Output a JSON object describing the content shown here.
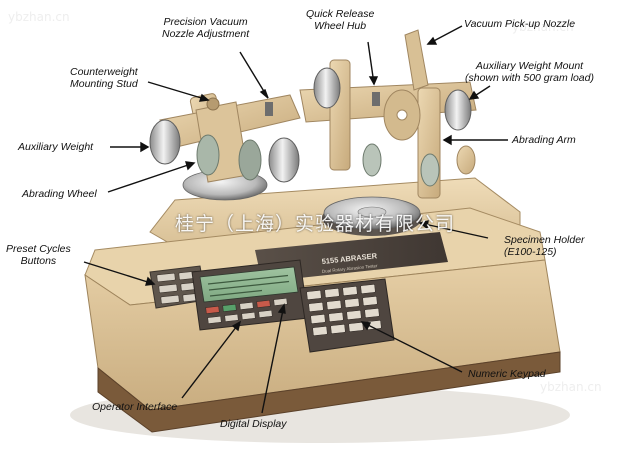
{
  "labels": {
    "precision_vacuum": "Precision Vacuum\nNozzle Adjustment",
    "quick_release": "Quick Release\nWheel Hub",
    "vacuum_pickup": "Vacuum Pick-up Nozzle",
    "counterweight": "Counterweight\nMounting Stud",
    "aux_weight_mount": "Auxiliary Weight Mount\n(shown with 500 gram load)",
    "auxiliary_weight": "Auxiliary Weight",
    "abrading_arm": "Abrading Arm",
    "abrading_wheel": "Abrading Wheel",
    "preset_cycles": "Preset Cycles\nButtons",
    "specimen_holder": "Specimen Holder\n(E100-125)",
    "numeric_keypad": "Numeric Keypad",
    "operator_interface": "Operator Interface",
    "digital_display": "Digital Display"
  },
  "machine": {
    "model_plate": "5155 ABRASER",
    "model_sub": "Dual Rotary Abrasion Tester"
  },
  "banner": "桂宁（上海）实验器材有限公司",
  "watermarks": {
    "top_right": "ybzhan.cn",
    "top_left": "ybzhan.cn",
    "bottom_right": "ybzhan.cn"
  }
}
